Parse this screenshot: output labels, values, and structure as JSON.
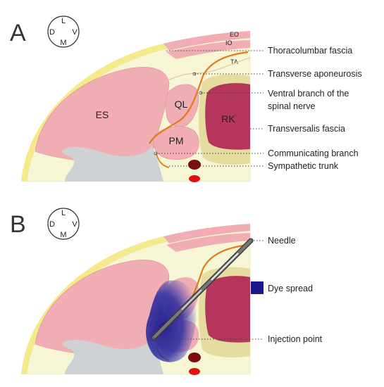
{
  "panel_a": {
    "letter": "A",
    "compass": {
      "top": "L",
      "left": "D",
      "right": "V",
      "bottom": "M"
    },
    "organs": {
      "es": "ES",
      "ql": "QL",
      "pm": "PM",
      "rk": "RK",
      "eo": "EO",
      "io": "IO",
      "ta": "TA"
    },
    "labels": [
      "Thoracolumbar fascia",
      "Transverse aponeurosis",
      "Ventral branch of the",
      "spinal nerve",
      "Transversalis fascia",
      "Communicating branch",
      "Sympathetic trunk"
    ]
  },
  "panel_b": {
    "letter": "B",
    "compass": {
      "top": "L",
      "left": "D",
      "right": "V",
      "bottom": "M"
    },
    "labels": {
      "needle": "Needle",
      "dye": "Dye spread",
      "injection": "Injection point"
    },
    "dye_color": "#1a1a8c"
  },
  "colors": {
    "muscle": "#f0aeb4",
    "kidney": "#b5365a",
    "fat": "#f6f6d5",
    "skin": "#f5ea8a",
    "bone": "#cfd2d4",
    "nerve": "#e07c1a",
    "vessel_dark": "#7a0e0e",
    "vessel_red": "#e01010"
  }
}
